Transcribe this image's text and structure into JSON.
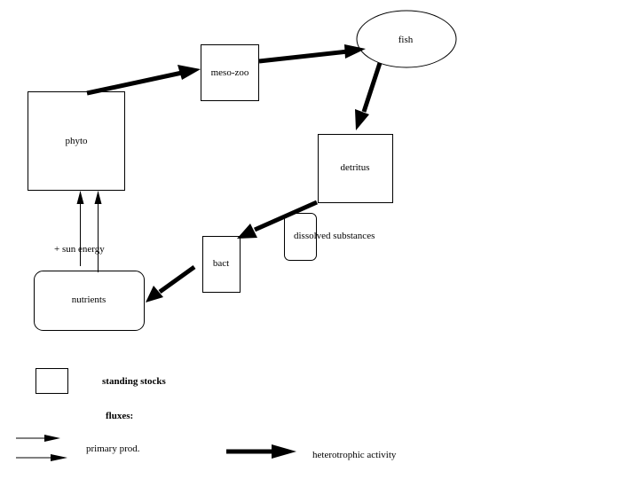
{
  "nodes": {
    "phyto": "phyto",
    "meso_zoo": "meso-zoo",
    "fish": "fish",
    "detritus": "detritus",
    "dissolved": "dissolved substances",
    "bact": "bact",
    "nutrients": "nutrients"
  },
  "annotations": {
    "sun_energy": "+ sun energy"
  },
  "legend": {
    "standing_stocks": "standing stocks",
    "fluxes": "fluxes:",
    "primary_prod": "primary prod.",
    "heterotrophic": "heterotrophic activity"
  },
  "colors": {
    "stroke": "#000000",
    "background": "#ffffff"
  }
}
